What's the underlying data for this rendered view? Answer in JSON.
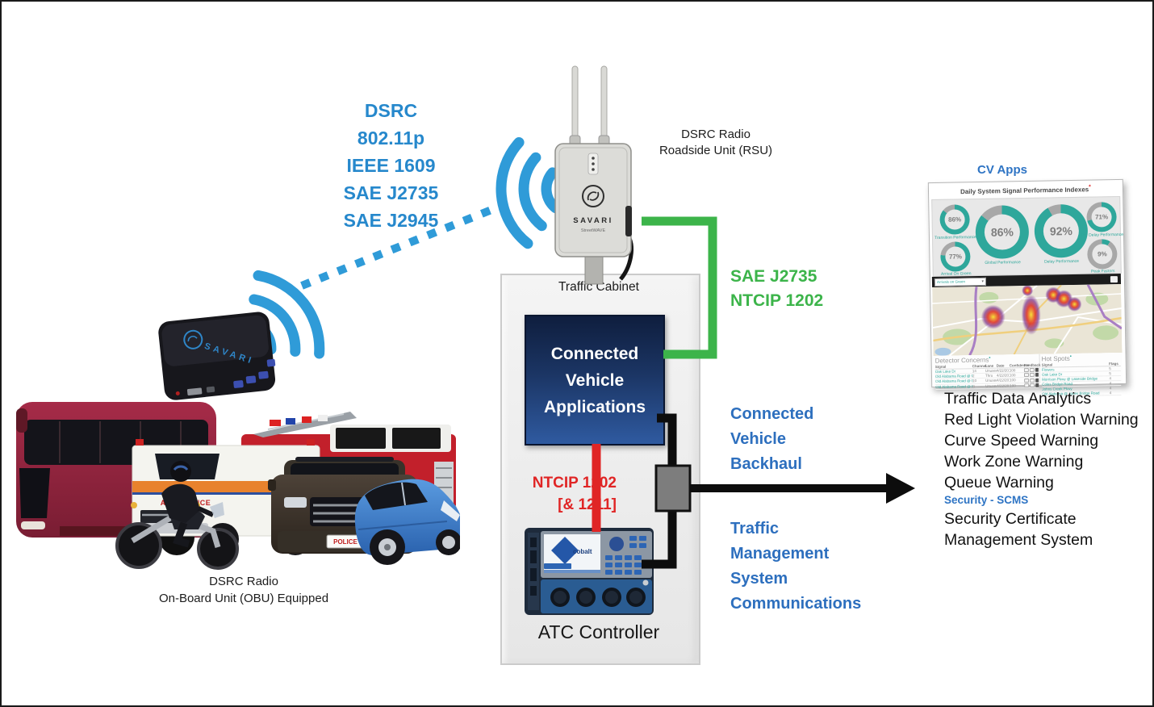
{
  "protocols": {
    "l0": "DSRC",
    "l1": "802.11p",
    "l2": "IEEE 1609",
    "l3": "SAE J2735",
    "l4": "SAE J2945"
  },
  "rsu": {
    "label1": "DSRC Radio",
    "label2": "Roadside Unit (RSU)",
    "brand": "SAVARI",
    "model": "StreetWAVE"
  },
  "obu": {
    "brand": "SAVARI",
    "caption1": "DSRC Radio",
    "caption2": "On-Board Unit (OBU) Equipped"
  },
  "cabinet": {
    "label": "Traffic Cabinet",
    "app1": "Connected",
    "app2": "Vehicle",
    "app3": "Applications",
    "atc_label": "ATC Controller",
    "atc_brand": "cobalt"
  },
  "vehicles": {
    "plate": "POLICE",
    "ambulance_text": "AMBULANCE"
  },
  "links": {
    "green1": "SAE J2735",
    "green2": "NTCIP 1202",
    "red1": "NTCIP 1202",
    "red2": "[& 1211]",
    "backhaul1": "Connected",
    "backhaul2": "Vehicle",
    "backhaul3": "Backhaul",
    "tms1": "Traffic",
    "tms2": "Management",
    "tms3": "System",
    "tms4": "Communications"
  },
  "cv_apps": {
    "title": "CV Apps",
    "dashboard_title": "Daily System Signal Performance Indexes",
    "dashboard_title_mark": "*",
    "gauges": [
      {
        "value": 86,
        "display": "86%",
        "label": "Transition Performance"
      },
      {
        "value": 77,
        "display": "77%",
        "label": "Arrival On Green"
      },
      {
        "value": 86,
        "display": "86%",
        "label": "Global Performance"
      },
      {
        "value": 92,
        "display": "92%",
        "label": "Delay Performance"
      },
      {
        "value": 71,
        "display": "71%",
        "label": "Per Delay Performance"
      },
      {
        "value": 9,
        "display": "9%",
        "label": "Peak Factors"
      }
    ],
    "map_select": "Arrivals on Green",
    "detector_table": {
      "title": "Detector Concerns",
      "title_mark": "▪",
      "headers": [
        "Signal",
        "Channel",
        "Lane",
        "Date",
        "Confidence",
        "Feedback"
      ],
      "rows": [
        {
          "signal": "Oak Lake Dr",
          "channel": "14",
          "lane": "Unused",
          "date": "4/22/2019",
          "confidence": "100"
        },
        {
          "signal": "Old Alabama Road @ Found Farm Area",
          "channel": "2",
          "lane": "Thru",
          "date": "4/22/2019",
          "confidence": "100"
        },
        {
          "signal": "Old Alabama Road @ Brand Road",
          "channel": "10",
          "lane": "Unused",
          "date": "4/22/2019",
          "confidence": "100"
        },
        {
          "signal": "Old Alabama Road @ Riverside Pkwy Station 82",
          "channel": "8",
          "lane": "Unused",
          "date": "4/22/2019",
          "confidence": "100"
        }
      ]
    },
    "hot_spots_table": {
      "title": "Hot Spots",
      "title_mark": "▪",
      "headers": [
        "Signal",
        "Flags"
      ],
      "rows": [
        {
          "signal": "Flowers",
          "flags": "5"
        },
        {
          "signal": "Oak Lake Dr",
          "flags": "5"
        },
        {
          "signal": "Morrison Pkwy @ Lakeside Bridge",
          "flags": "4"
        },
        {
          "signal": "Coles Bridge Road",
          "flags": "4"
        },
        {
          "signal": "Johns Creek Pkwy",
          "flags": "4"
        },
        {
          "signal": "Old Alabama @ Jones Bridge Road",
          "flags": "4"
        }
      ]
    }
  },
  "apps": {
    "a0": "Traffic Data Analytics",
    "a1": "Red Light Violation Warning",
    "a2": "Curve Speed Warning",
    "a3": "Work Zone Warning",
    "a4": "Queue Warning"
  },
  "security": {
    "heading": "Security - SCMS",
    "line1": "Security Certificate",
    "line2": "Management System"
  }
}
